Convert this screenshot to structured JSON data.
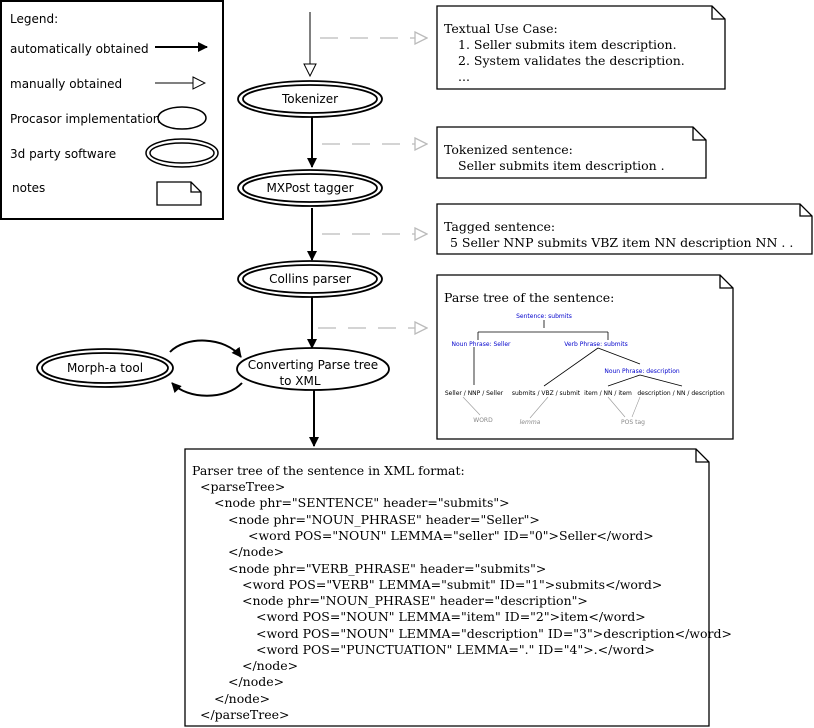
{
  "legend": {
    "title": "Legend:",
    "items": [
      {
        "label": "automatically obtained",
        "icon": "solid-arrow-icon"
      },
      {
        "label": "manually obtained",
        "icon": "hollow-arrow-icon"
      },
      {
        "label": "Procasor implementation",
        "icon": "ellipse-icon"
      },
      {
        "label": "3d party software",
        "icon": "double-ellipse-icon"
      },
      {
        "label": "notes",
        "icon": "note-icon"
      }
    ]
  },
  "nodes": {
    "tokenizer": "Tokenizer",
    "mxpost": "MXPost tagger",
    "collins": "Collins parser",
    "converter_line1": "Converting Parse tree",
    "converter_line2": "to XML",
    "morpha": "Morph-a tool"
  },
  "notes": {
    "use_case": {
      "title": "Textual Use Case:",
      "lines": [
        "1. Seller submits item description.",
        "2. System validates the description.",
        "..."
      ]
    },
    "tokenized": {
      "title": "Tokenized sentence:",
      "lines": [
        "Seller submits item description ."
      ]
    },
    "tagged": {
      "title": "Tagged sentence:",
      "lines": [
        "5 Seller NNP submits VBZ item NN description NN . ."
      ]
    },
    "parse_tree": {
      "title": "Parse tree of the sentence:",
      "tree": {
        "root": "Sentence: submits",
        "np_seller": "Noun Phrase: Seller",
        "vp": "Verb Phrase: submits",
        "np_desc": "Noun Phrase: description",
        "leaf_seller": "Seller / NNP / Seller",
        "leaf_submits": "submits / VBZ / submit",
        "leaf_item": "item / NN / item",
        "leaf_desc": "description / NN / description",
        "ann_word": "WORD",
        "ann_lemma": "lemma",
        "ann_pos": "POS tag"
      }
    },
    "xml": {
      "title": "Parser tree of the sentence in XML format:",
      "lines": [
        "<parseTree>",
        "<node phr=\"SENTENCE\" header=\"submits\">",
        "<node phr=\"NOUN_PHRASE\" header=\"Seller\">",
        "<word POS=\"NOUN\" LEMMA=\"seller\" ID=\"0\">Seller</word>",
        "</node>",
        "<node phr=\"VERB_PHRASE\" header=\"submits\">",
        "<word POS=\"VERB\" LEMMA=\"submit\" ID=\"1\">submits</word>",
        "<node phr=\"NOUN_PHRASE\" header=\"description\">",
        "<word POS=\"NOUN\" LEMMA=\"item\" ID=\"2\">item</word>",
        "<word POS=\"NOUN\" LEMMA=\"description\" ID=\"3\">description</word>",
        "<word POS=\"PUNCTUATION\" LEMMA=\".\" ID=\"4\">.</word>",
        "</node>",
        "</node>",
        "</node>",
        "</parseTree>"
      ]
    }
  }
}
